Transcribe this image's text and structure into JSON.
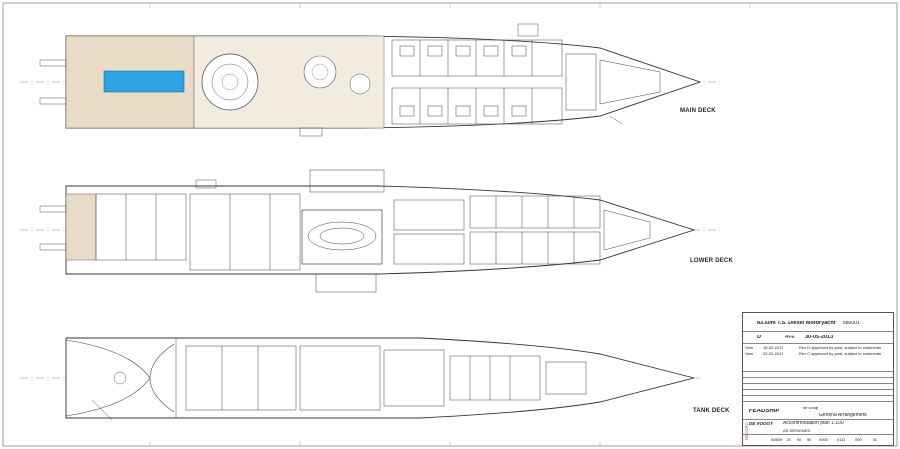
{
  "decks": {
    "main": "MAIN DECK",
    "lower": "LOWER DECK",
    "tank": "TANK DECK"
  },
  "title_block": {
    "project": "83.50m T.S. Diesel Motoryacht",
    "project_no": "680001",
    "revision": "D",
    "drawn_by": "AFE",
    "date": "30-05-2013",
    "revision_notes": [
      {
        "code": "Vers",
        "date": "15-02-2013",
        "note": "Rev D approved by yard, subject to comments"
      },
      {
        "code": "Vers",
        "date": "22-03-2013",
        "note": "Rev C approved by yard, subject to comments"
      }
    ],
    "builder_logo": "FEADSHIP",
    "partner": "de voogt",
    "designer_logo": "DE VOOGT",
    "drawing_title": "General Arrangement",
    "subtitle": "Accommodation plan 1:100",
    "studio": "AS DESIGNED",
    "drawing_numbers": [
      "40509",
      "20",
      "95",
      "95",
      "9000",
      "0111",
      "000",
      "00"
    ],
    "side_label": "RECORD"
  },
  "colors": {
    "line": "#3a3a3a",
    "deck_beige": "#e8dcc8",
    "pool_blue": "#2aa3e0"
  }
}
